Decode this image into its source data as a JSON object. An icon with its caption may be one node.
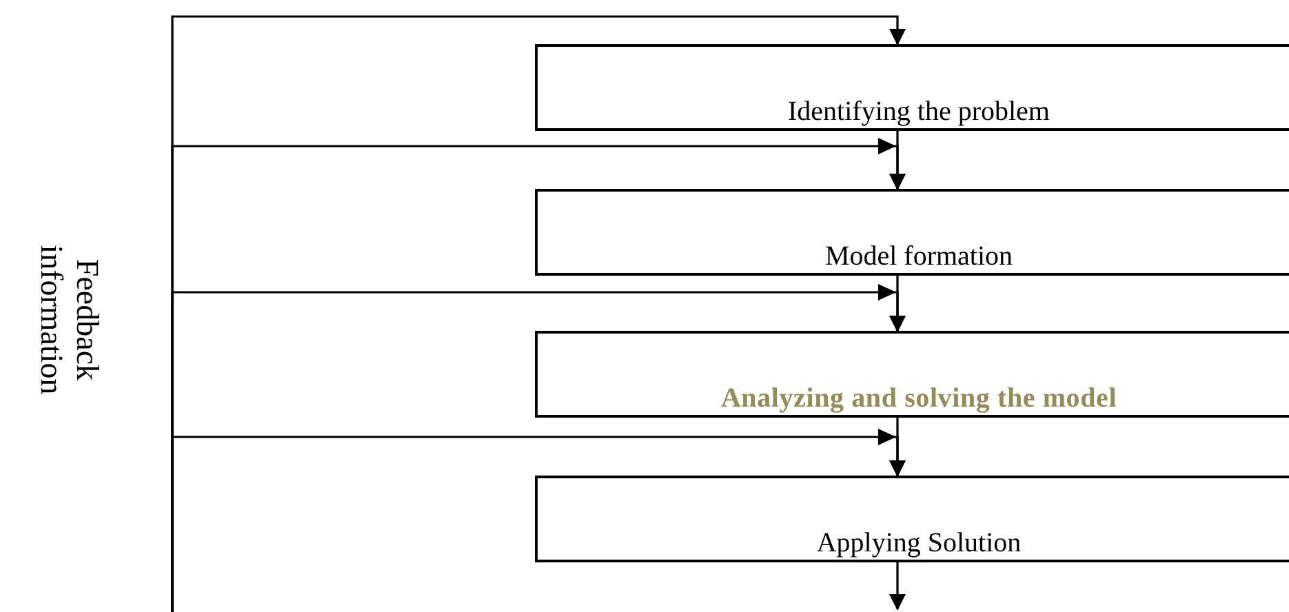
{
  "diagram": {
    "nodes": [
      {
        "text": [
          "Identifying the problem"
        ]
      },
      {
        "text": [
          "Model formation"
        ]
      },
      {
        "text": [
          "Analyzing and solving the model"
        ]
      },
      {
        "text": [
          "Applying  Solution"
        ]
      },
      {
        "text": [
          "Feedback information"
        ]
      }
    ],
    "edges": [
      {
        "from": 0,
        "to": 1,
        "arrow": "to"
      },
      {
        "from": 1,
        "to": 2,
        "arrow": "to"
      },
      {
        "from": 2,
        "to": 3,
        "arrow": "to"
      },
      {
        "from": 3,
        "to": null,
        "arrow": "to"
      },
      {
        "from": null,
        "to": 0,
        "arrow": "to"
      },
      {
        "from": null,
        "to": 1,
        "arrow": "to"
      },
      {
        "from": null,
        "to": 2,
        "arrow": "to"
      },
      {
        "from": null,
        "to": 3,
        "arrow": "to"
      }
    ]
  }
}
